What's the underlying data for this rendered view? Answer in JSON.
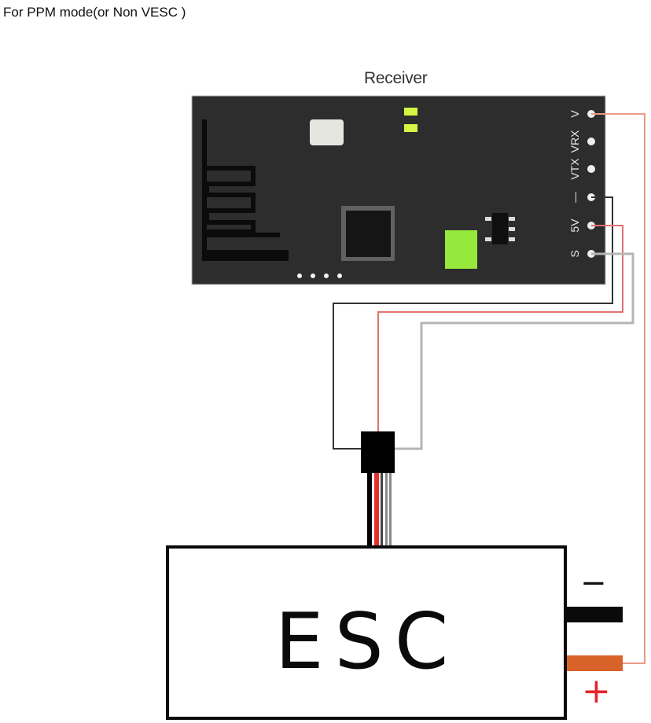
{
  "heading": "For PPM mode(or Non VESC )",
  "receiver": {
    "label": "Receiver",
    "pins": [
      {
        "label": "V",
        "wire": "red"
      },
      {
        "label": "VRX",
        "wire": null
      },
      {
        "label": "VTX",
        "wire": null
      },
      {
        "label": "—",
        "wire": "black"
      },
      {
        "label": "5V",
        "wire": "red"
      },
      {
        "label": "S",
        "wire": "gray"
      }
    ]
  },
  "esc": {
    "label": "ESC",
    "minus_label": "−",
    "plus_label": "+"
  },
  "colors": {
    "board": "#2d2d2d",
    "wire_red": "#e07070",
    "wire_black": "#333333",
    "wire_gray": "#b5b5b5",
    "led_green": "#d4f542",
    "pad_green": "#96e83c",
    "power_positive": "#d9622b",
    "plus_red": "#e5252b"
  }
}
